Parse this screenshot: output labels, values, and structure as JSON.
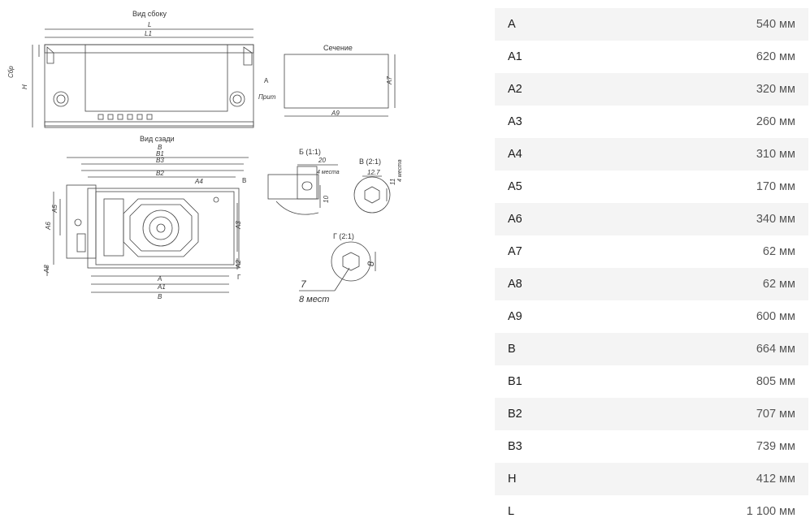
{
  "drawing": {
    "side_view_title": "Вид сбоку",
    "back_view_title": "Вид сзади",
    "section_title": "Сечение",
    "detail_b_title": "Б (1:1)",
    "detail_v_title": "В (2:1)",
    "detail_g_title": "Г (2:1)",
    "labels": {
      "L": "L",
      "L1": "L1",
      "H": "H",
      "A7": "A7",
      "A9": "A9",
      "sbr": "Сбр",
      "prit": "Прит",
      "A": "A",
      "A1": "A1",
      "B": "B",
      "B1": "B1",
      "B2": "B2",
      "B3": "B3",
      "A2": "A2",
      "A3": "A3",
      "A4": "A4",
      "A5": "A5",
      "A6": "A6",
      "A8": "A8",
      "V": "В",
      "G": "Г",
      "d20": "20",
      "d4mesta": "4 места",
      "d10": "10",
      "d127": "12.7",
      "d11": "11",
      "d8": "8",
      "d7": "7",
      "d8mest": "8 мест"
    }
  },
  "specs": [
    {
      "name": "A",
      "value": "540 мм"
    },
    {
      "name": "A1",
      "value": "620 мм"
    },
    {
      "name": "A2",
      "value": "320 мм"
    },
    {
      "name": "A3",
      "value": "260 мм"
    },
    {
      "name": "A4",
      "value": "310 мм"
    },
    {
      "name": "A5",
      "value": "170 мм"
    },
    {
      "name": "A6",
      "value": "340 мм"
    },
    {
      "name": "A7",
      "value": "62 мм"
    },
    {
      "name": "A8",
      "value": "62 мм"
    },
    {
      "name": "A9",
      "value": "600 мм"
    },
    {
      "name": "B",
      "value": "664 мм"
    },
    {
      "name": "B1",
      "value": "805 мм"
    },
    {
      "name": "B2",
      "value": "707 мм"
    },
    {
      "name": "B3",
      "value": "739 мм"
    },
    {
      "name": "H",
      "value": "412 мм"
    },
    {
      "name": "L",
      "value": "1 100 мм"
    }
  ]
}
